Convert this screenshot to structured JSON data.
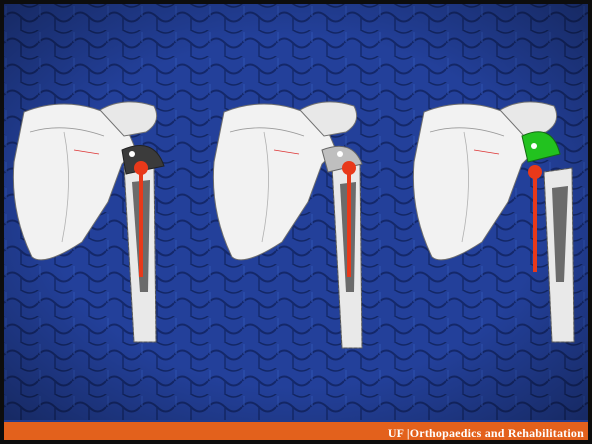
{
  "footer": {
    "logo": "UF",
    "text": "|Orthopaedics and Rehabilitation"
  },
  "colors": {
    "background": "#1f3a8c",
    "footer_bar": "#e3611c",
    "axis_line": "#e8391a",
    "highlight_green": "#22c21f"
  },
  "models": [
    {
      "variant": "dark-head"
    },
    {
      "variant": "gray-head"
    },
    {
      "variant": "green-head"
    }
  ]
}
